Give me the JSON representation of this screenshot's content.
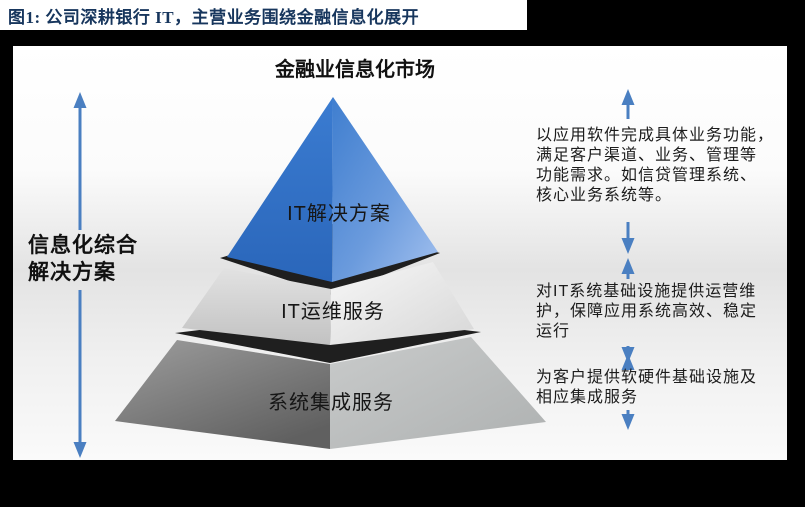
{
  "header": {
    "caption": "图1: 公司深耕银行 IT，主营业务围绕金融信息化展开",
    "caption_color": "#17365d"
  },
  "diagram": {
    "title": "金融业信息化市场",
    "left_label": "信息化综合\n解决方案",
    "arrow_color": "#4a7fc1",
    "tiers": [
      {
        "label": "IT解决方案",
        "color": "#2d6ec3",
        "description": "以应用软件完成具体业务功能，\n满足客户渠道、业务、管理等\n功能需求。如信贷管理系统、\n核心业务系统等。"
      },
      {
        "label": "IT运维服务",
        "color": "#d9d9d9",
        "description": "对IT系统基础设施提供运营维\n护，保障应用系统高效、稳定\n运行"
      },
      {
        "label": "系统集成服务",
        "color": "#9a9a9a",
        "description": "为客户提供软硬件基础设施及\n相应集成服务"
      }
    ]
  }
}
